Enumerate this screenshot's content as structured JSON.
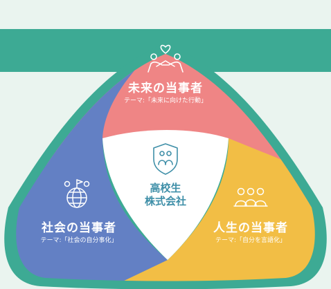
{
  "colors": {
    "background": "#eaf4ef",
    "frame": "#3daa94",
    "top_segment": "#ef8585",
    "left_segment": "#6380c4",
    "right_segment": "#f2be45",
    "center": "#ffffff",
    "center_text": "#3f8fa8"
  },
  "top": {
    "title": "未来の当事者",
    "theme": "テーマ:「未来に向けた行動」",
    "icon": "people-heart-icon"
  },
  "left": {
    "title": "社会の当事者",
    "theme": "テーマ:「社会の自分事化」",
    "icon": "globe-people-icon"
  },
  "right": {
    "title": "人生の当事者",
    "theme": "テーマ:「自分を言語化」",
    "icon": "group-people-icon"
  },
  "center": {
    "line1": "高校生",
    "line2": "株式会社",
    "icon": "shield-people-icon"
  }
}
